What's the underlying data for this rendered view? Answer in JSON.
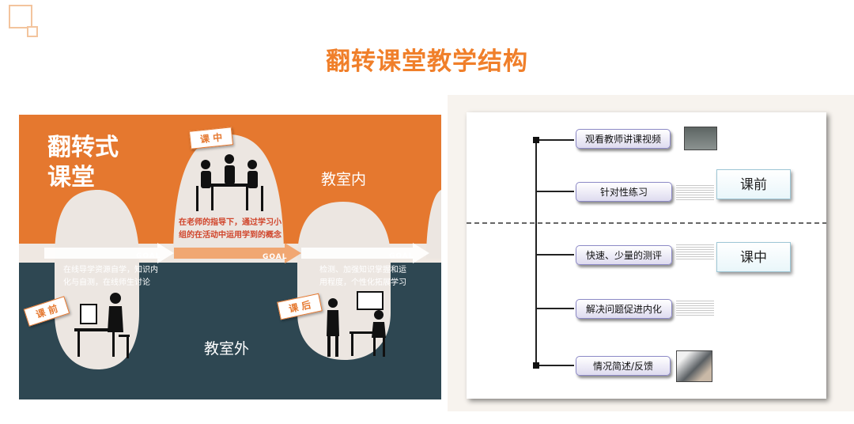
{
  "page": {
    "title": "翻转课堂教学结构"
  },
  "left": {
    "big_title_line1": "翻转式",
    "big_title_line2": "课堂",
    "tag_zhong": "课 中",
    "tag_qian": "课 前",
    "tag_hou": "课 后",
    "room_inside": "教室内",
    "room_outside": "教室外",
    "zhong_text_1": "在老师的指导下，通过学习小",
    "zhong_text_2": "组的在活动中运用学到的概念",
    "qian_text_1": "在线导学资源自学，知识内",
    "qian_text_2": "化与自测，在线师生讨论",
    "hou_text_1": "检测、加强知识掌握和运",
    "hou_text_2": "用程度，个性化拓展学习",
    "goal": "GOAL",
    "colors": {
      "orange": "#e5782f",
      "dark": "#2e4752",
      "light": "#ece6e1"
    }
  },
  "right": {
    "nodes": [
      "观看教师讲课视频",
      "针对性练习",
      "快速、少量的测评",
      "解决问题促进内化",
      "情况简述/反馈"
    ],
    "phase_before": "课前",
    "phase_during": "课中"
  }
}
